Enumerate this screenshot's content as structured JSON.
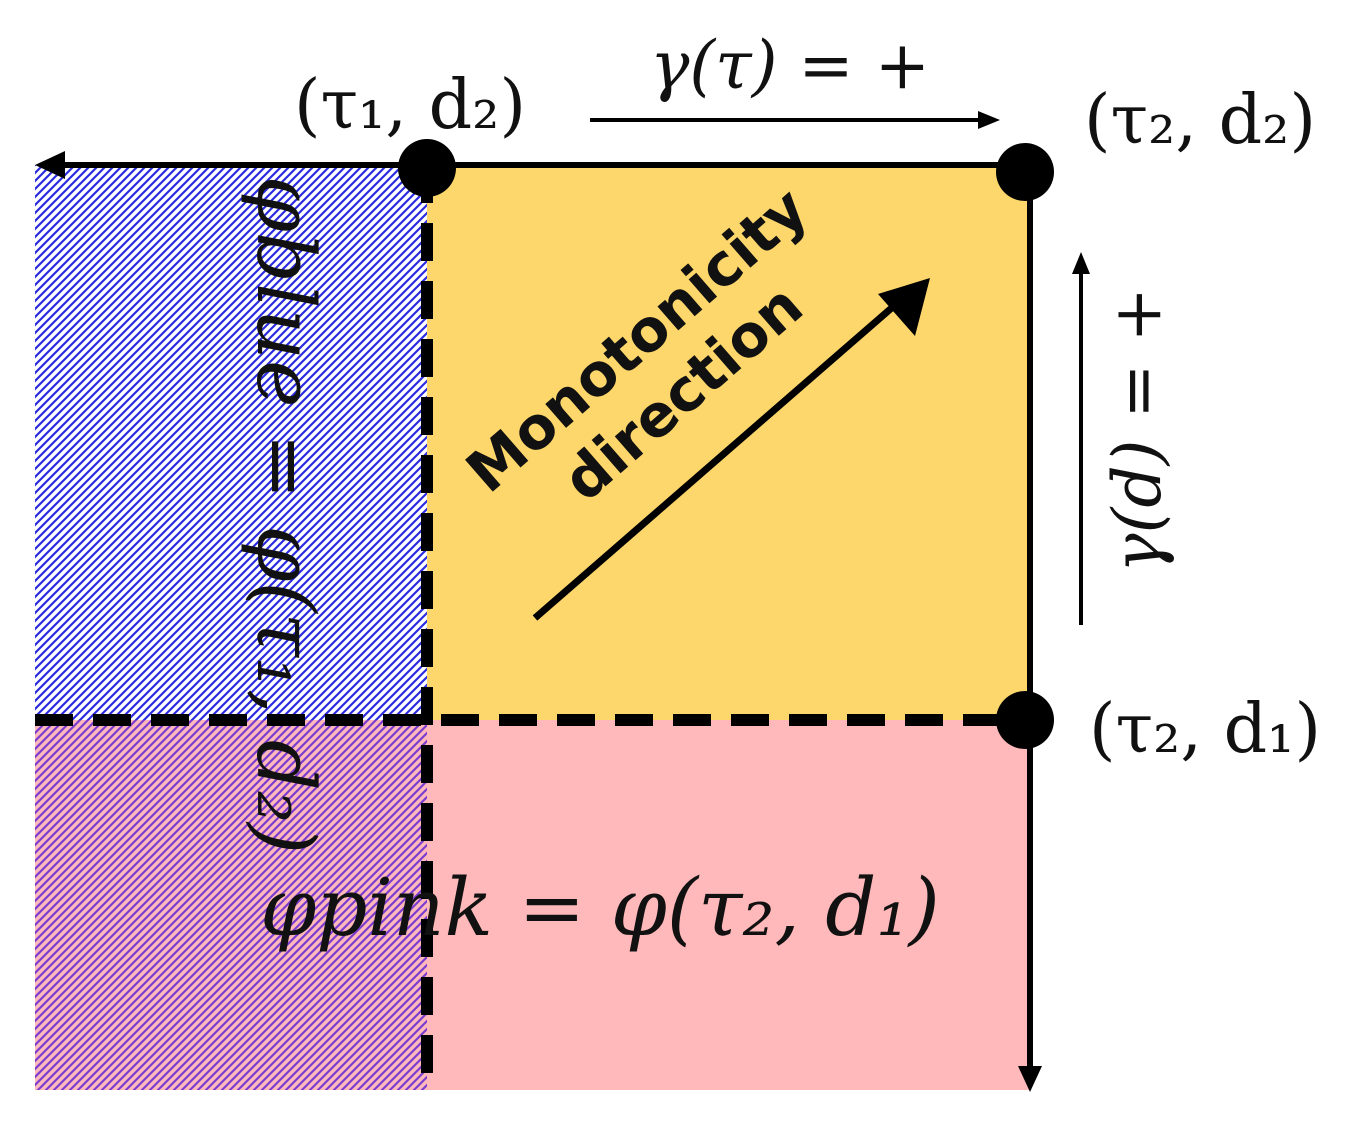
{
  "diagram": {
    "points": {
      "tau1_d2": "(τ₁, d₂)",
      "tau2_d2": "(τ₂, d₂)",
      "tau2_d1": "(τ₂, d₁)"
    },
    "gamma_tau": "γ(τ) = +",
    "gamma_d": "γ(d) = +",
    "monotonicity": {
      "line1": "Monotonicity",
      "line2": "direction"
    },
    "phi_blue": "φblue = φ(τ₁, d₂)",
    "phi_pink": "φpink = φ(τ₂, d₁)"
  },
  "colors": {
    "yellow": "#FDD76B",
    "pink": "#FFB9BB",
    "blue_hatch": "#2B2BE0",
    "purple_hatch": "#7A3CD0",
    "line": "#000000"
  }
}
